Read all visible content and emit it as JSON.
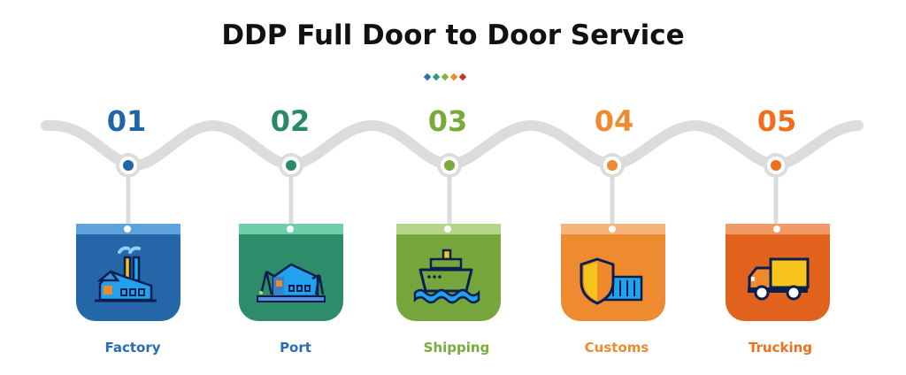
{
  "title": "DDP Full Door to Door Service",
  "divider_colors": [
    "#2a72b5",
    "#2e9a7a",
    "#7fb241",
    "#f0892c",
    "#c0392b"
  ],
  "steps": [
    {
      "number": "01",
      "label": "Factory",
      "icon": "factory-icon",
      "color": "#2466a8",
      "band": "#5ea3dd",
      "num_color": "#1f66a8",
      "label_color": "#2a6db0"
    },
    {
      "number": "02",
      "label": "Port",
      "icon": "port-icon",
      "color": "#2e8c6a",
      "band": "#6fcfab",
      "num_color": "#2a8a68",
      "label_color": "#2a6db0"
    },
    {
      "number": "03",
      "label": "Shipping",
      "icon": "ship-icon",
      "color": "#74a63c",
      "band": "#b4d68a",
      "num_color": "#7aab3a",
      "label_color": "#7aab3a"
    },
    {
      "number": "04",
      "label": "Customs",
      "icon": "customs-shield-icon",
      "color": "#ee8a2f",
      "band": "#f6b47a",
      "num_color": "#ee8a2f",
      "label_color": "#ee8a2f"
    },
    {
      "number": "05",
      "label": "Trucking",
      "icon": "truck-icon",
      "color": "#e0621c",
      "band": "#f19a66",
      "num_color": "#ef6f1c",
      "label_color": "#ef6f1c"
    }
  ]
}
